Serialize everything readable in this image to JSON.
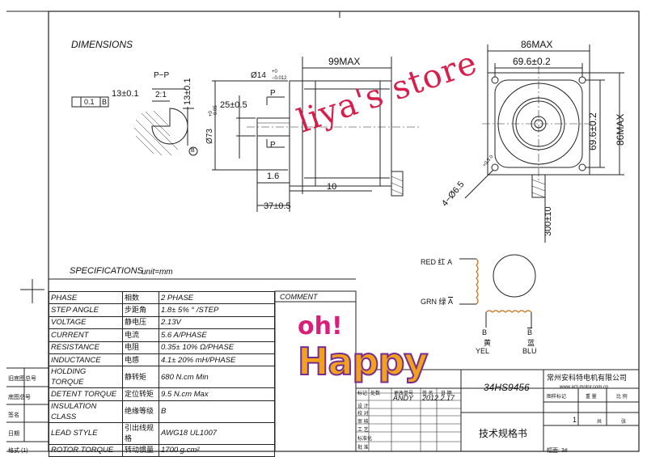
{
  "headings": {
    "dimensions": "DIMENSIONS",
    "specifications": "SPECIFICATIONS",
    "unit": "unit=mm",
    "comment": "COMMENT"
  },
  "dims": {
    "section": "P−P",
    "ratio": "2:1",
    "flat_tol": "0.1",
    "flat_ref": "B",
    "d13_h": "13±0.1",
    "d13_v": "13±0.1",
    "shaft_dia": "Ø14",
    "shaft_tol_top": "+0",
    "shaft_tol_bot": "−0.012",
    "boss_dia": "Ø73",
    "boss_tol_top": "+0",
    "boss_tol_bot": "-0.05",
    "boss_ref": "B",
    "shaft_len": "25±0.5",
    "p_mark": "P",
    "d1_6": "1.6",
    "d10": "10",
    "d37": "37±0.5",
    "body_len": "99MAX",
    "width_max": "86MAX",
    "hole_spacing": "69.6±0.2",
    "hole_spacing_v": "69.6±0.2",
    "height_max": "86MAX",
    "holes": "4−Ø6.5",
    "holes_tol": "+0.3 0",
    "lead_len": "300±10"
  },
  "watermark": "liya's store",
  "sticker": {
    "line1": "oh!",
    "line2": "Happy"
  },
  "wiring": {
    "red": "RED",
    "red_cn": "红",
    "a": "A",
    "grn": "GRN",
    "grn_cn": "绿",
    "abar": "A",
    "b": "B",
    "bbar": "B",
    "yel_cn": "黄",
    "yel": "YEL",
    "blu_cn": "蓝",
    "blu": "BLU"
  },
  "specs": [
    {
      "name": "PHASE",
      "cn": "相数",
      "value": "2 PHASE"
    },
    {
      "name": "STEP ANGLE",
      "cn": "步距角",
      "value": "1.8± 5% ° /STEP"
    },
    {
      "name": "VOLTAGE",
      "cn": "静电压",
      "value": "2.13V"
    },
    {
      "name": "CURRENT",
      "cn": "电流",
      "value": "5.6 A/PHASE"
    },
    {
      "name": "RESISTANCE",
      "cn": "电阻",
      "value": "0.35± 10% Ω/PHASE"
    },
    {
      "name": "INDUCTANCE",
      "cn": "电感",
      "value": "4.1± 20% mH/PHASE"
    },
    {
      "name": "HOLDING TORQUE",
      "cn": "静转矩",
      "value": "680 N.cm Min"
    },
    {
      "name": "DETENT TORQUE",
      "cn": "定位转矩",
      "value": "9.5 N.cm Max"
    },
    {
      "name": "INSULATION CLASS",
      "cn": "绝缘等级",
      "value": "B"
    },
    {
      "name": "LEAD STYLE",
      "cn": "引出线规格",
      "value": "AWG18 UL1007"
    },
    {
      "name": "ROTOR TORQUE",
      "cn": "转动惯量",
      "value": "1700 g.cm²"
    }
  ],
  "left_margin": [
    "旧底图总号",
    "底图总号",
    "签名",
    "日期",
    "格式 (1)"
  ],
  "title_block": {
    "model": "34HS9456",
    "company": "常州安科特电机有限公司",
    "website": "www.act-motor.com.cn",
    "doc_title": "技术规格书",
    "designer": "ANDY",
    "date": "2012.2.17",
    "rows_left": [
      "标记",
      "设 计",
      "校 对",
      "审 核",
      "工 艺",
      "标准化",
      "批 准"
    ],
    "small_headers": [
      "处数",
      "更改单号",
      "签 名",
      "日 期"
    ],
    "right_headers": [
      "图样标记",
      "重 量",
      "比 例"
    ],
    "sheet_num": "1",
    "sheet_of": "共",
    "sheet_unit": "张",
    "format": "幅面: 3#"
  }
}
